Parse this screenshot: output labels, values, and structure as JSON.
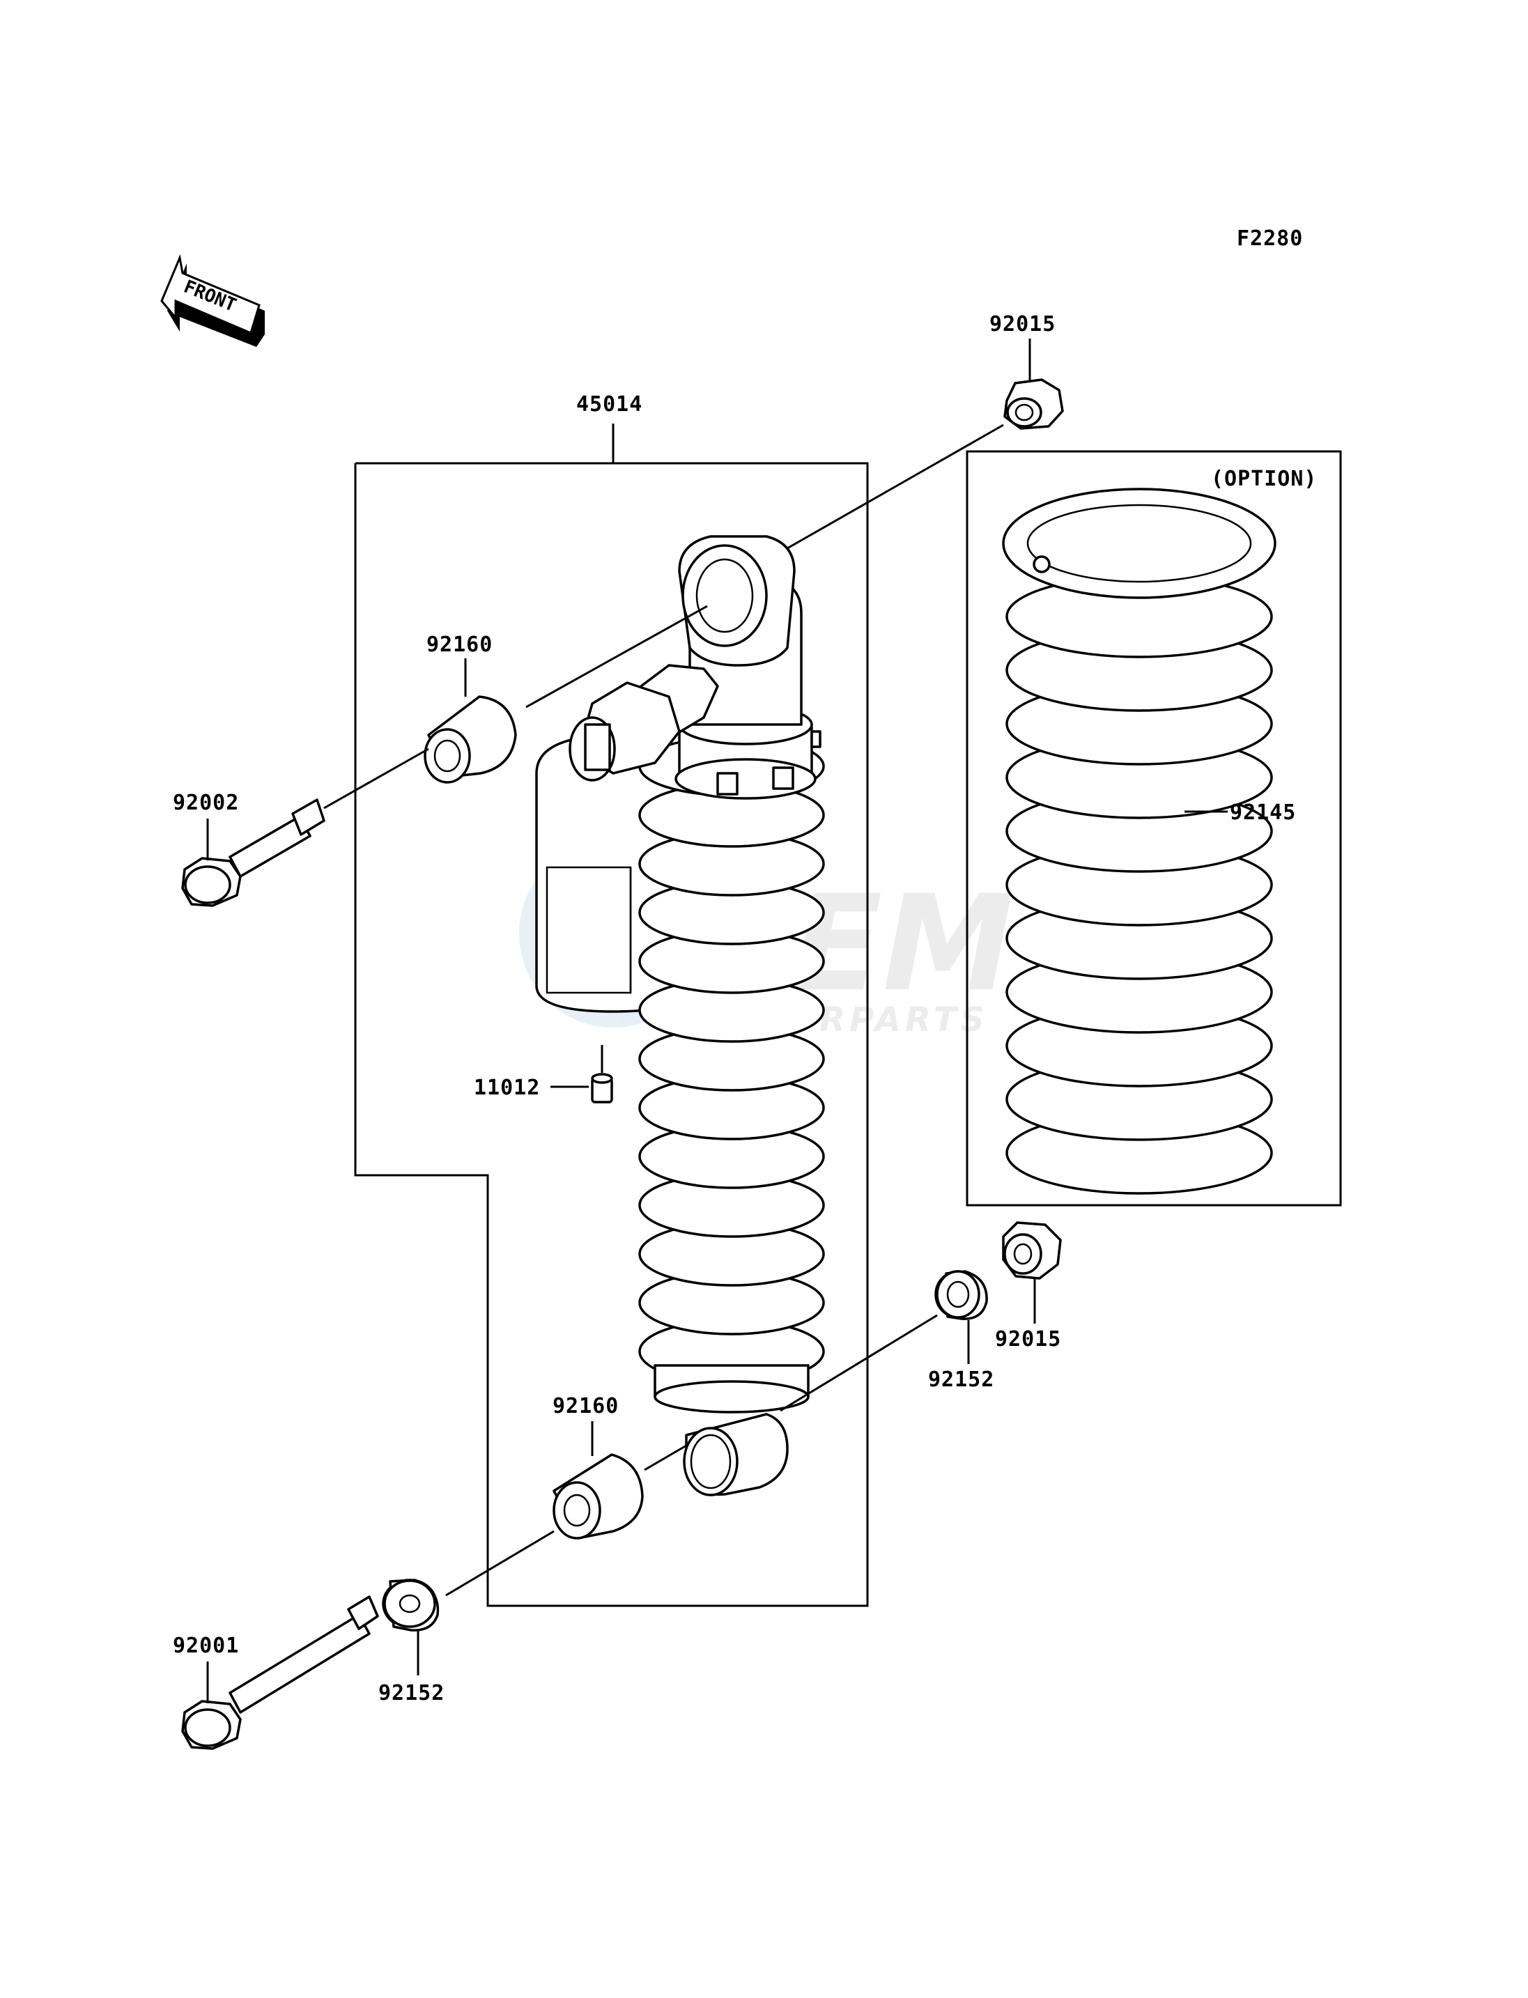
{
  "figure_code": "F2280",
  "front_label": "FRONT",
  "option_label": "(OPTION)",
  "watermark": {
    "brand": "OEM",
    "sub": "MOTORPARTS"
  },
  "parts": {
    "p45014": "45014",
    "p92015_top": "92015",
    "p92015_bottom": "92015",
    "p92160_top": "92160",
    "p92160_bottom": "92160",
    "p92002": "92002",
    "p92145": "92145",
    "p11012": "11012",
    "p92152_right": "92152",
    "p92152_left": "92152",
    "p92001": "92001"
  }
}
